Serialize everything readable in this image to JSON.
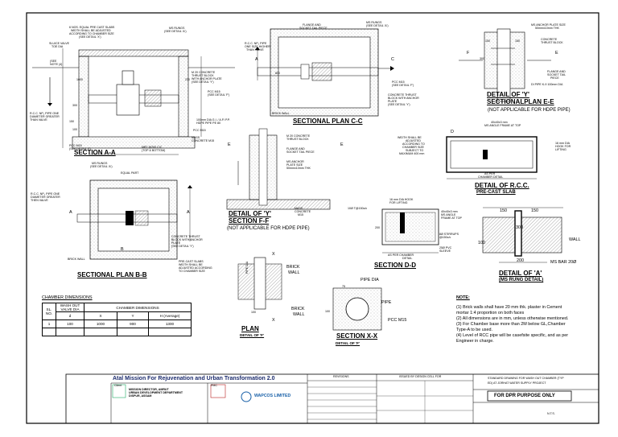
{
  "drawing": {
    "section_aa": {
      "title": "SECTION A-A",
      "labels": {
        "pre_cast_slab": "6 NOS. EQUAL PRE CAST SLABS",
        "pre_cast_slab2": "WIDTH SHALL BE ADJUSTED",
        "pre_cast_slab3": "ACCORDING TO CHAMBER SIZE",
        "pre_cast_slab4": "(SEE DETAIL 'X')",
        "ms_rungs": "MS RUNGS",
        "ms_rungs2": "(SEE DETAIL 'A')",
        "sluice_valve": "SLUICE VALVE",
        "sluice_valve2": "TOE DIA",
        "note": "(SEE",
        "note2": "NOTE (4)",
        "rcc_np": "R.C.C. NP₂ PIPE ONE",
        "rcc_np2": "DIAMETER GREATER",
        "rcc_np3": "THAN VALVE",
        "m20": "M 20 CONCRETE",
        "m20b": "THRUST BLOCK",
        "m20c": "WITH ANCHOR PLATE",
        "m20d": "(SEE DETAIL 'Y')",
        "pcc_m15": "PCC M15",
        "pcc_m15b": "(SEE DETAIL 'F')",
        "drain": "100mm DIA G.I. / A.F/ P.P.",
        "drain2": "HDPE PIPE PE 80",
        "pcc_top": "PCC M15",
        "mass": "MASS",
        "mass2": "CONCRETE M15",
        "pcc_bot": "PCC M15",
        "pcc_bot2": "(SEE DETAIL 'F')",
        "mbt": "MBT @200 C/C",
        "mbt2": "(TOP & BOTTOM)",
        "dim_1000": "1000",
        "dim_230": "230",
        "dim_150": "150",
        "dim_100": "100",
        "dim_300": "300"
      }
    },
    "section_cc": {
      "title": "SECTIONAL PLAN  C-C",
      "labels": {
        "flange": "FLANGE AND",
        "flange2": "SOCKET TAIL PIECE",
        "rungs": "MS RUNGS",
        "rungs2": "(SEE DETAIL 'A')",
        "rcc": "R.C.C. NP₂ PIPE",
        "rcc2": "ONE SIZE HIGHER",
        "rcc3": "THAN VALVE",
        "pcc": "PCC M15",
        "pcc2": "(SEE DETAIL 'F')",
        "brick": "BRICK WALL",
        "concrete": "CONCRETE THRUST",
        "concrete2": "BLOCK WITH ANCHOR",
        "concrete3": "PLATE",
        "concrete4": "(SEE DETAIL 'Y')",
        "a": "A",
        "c": "C",
        "dim_800": "800"
      }
    },
    "detail_y": {
      "title": "DETAIL OF 'Y'",
      "sub": "SECTIONALPLAN  E-E",
      "note": "(NOT APPLICABLE FOR HDPE PIPE)",
      "labels": {
        "ms_anchor": "MS ANCHOR PLATE SIZE",
        "ms_anchor2": "50mmx10mm THK",
        "concrete": "CONCRETE",
        "concrete2": "THRUST BLOCK",
        "flange": "FLANGE AND",
        "flange2": "SOCKET TAIL",
        "flange3": "PIECE",
        "di": "DI PIPE K-9 100mm DIA",
        "d150a": "150",
        "d150b": "150",
        "d300": "300",
        "f": "F",
        "e": "E"
      }
    },
    "detail_rcc": {
      "title": "DETAIL OF R.C.C.",
      "sub": "PRE-CAST SLAB",
      "labels": {
        "angle": "40x40x3 mm",
        "angle2": "MS ANGLE FRAME AT TOP",
        "width": "WIDTH SHALL BE",
        "width2": "ADJUSTED",
        "width3": "ACCORDING TO",
        "width4": "CHAMBER SIZE",
        "width5": "SUBJECT TO",
        "width6": "MAXIMUM 400 mm",
        "hook": "16 mm DIA",
        "hook2": "HOOK FOR",
        "hook3": "LIFTING",
        "as_per": "AS PER",
        "as_per2": "CHAMBER DETAIL",
        "d": "D"
      }
    },
    "detail_ff": {
      "title": "DETAIL OF 'Y'",
      "sub": "SECTION F-F",
      "note": "(NOT APPLICABLE FOR HDPE PIPE)",
      "labels": {
        "m20": "M 20 CONCRETE",
        "m20b": "THRUST BLOCK",
        "flange": "FLANGE AND",
        "flange2": "SOCKET TAIL PIECE",
        "ms": "MS ANCHOR",
        "ms2": "PLATE SIZE",
        "ms3": "50mmx10mm THK",
        "mass": "MASS",
        "mass2": "CONCRETE",
        "mass3": "M15",
        "e": "E"
      }
    },
    "section_dd": {
      "title": "SECTION D-D",
      "labels": {
        "hook": "16 mm DIA HOOK",
        "hook2": "FOR LIFTING",
        "bars": "10Ø T@150c/c",
        "angle": "40x40x3 mm",
        "angle2": "MS ANGLE",
        "angle3": "FRAME AT TOP",
        "stirrups": "8Ø STIRRUPS",
        "stirrups2": "@150c/c",
        "pvc": "25Ø PVC",
        "pvc2": "SLEEVE",
        "as_per": "AS PER CHAMBER",
        "as_per2": "DETAIL",
        "d200": "200"
      }
    },
    "detail_a": {
      "title": "DETAIL OF 'A'",
      "sub": "(MS RUNG DETAIL)",
      "labels": {
        "d150a": "150",
        "d150b": "150",
        "d300": "300",
        "d100": "100",
        "d200": "200",
        "wall": "WALL",
        "bar": "MS BAR 20Ø"
      }
    },
    "section_bb": {
      "title": "SECTIONAL PLAN B-B",
      "labels": {
        "rungs": "MS RUNGS",
        "rungs2": "(SEE DETAIL 'A')",
        "equal": "EQUAL PART",
        "rcc": "R.C.C. NP₂ PIPE ONE",
        "rcc2": "DIAMETER GREATER",
        "rcc3": "THEN VALVE",
        "thrust": "CONCRETE THRUST",
        "thrust2": "BLOCK WITH ANCHOR",
        "thrust3": "PLATE",
        "thrust4": "(SEE DETAIL 'Y')",
        "brick": "BRICK WALL",
        "slab": "PRE-CAST SLABS",
        "slab2": "WIDTH SHALL BE",
        "slab3": "ADJUSTED ACCORDING",
        "slab4": "TO CHAMBER SIZE",
        "a": "A",
        "b": "B"
      }
    },
    "plan": {
      "title": "PLAN",
      "sub": "DETAIL OF 'F'",
      "labels": {
        "pipe": "PIPE DIA",
        "brick": "BRICK",
        "brick2": "WALL",
        "x": "X",
        "d100": "100"
      }
    },
    "section_xx": {
      "title": "SECTION X-X",
      "sub": "DETAIL OF 'F'",
      "labels": {
        "pipe_dia": "PIPE DIA",
        "pipe": "PIPE",
        "pcc": "PCC M15",
        "d75": "75",
        "d100": "100"
      }
    },
    "chamber_table": {
      "title": "CHAMBER DIMENSIONS",
      "h_sl": "SL.",
      "h_no": "NO.",
      "h_wash": "WASH OUT",
      "h_valve": "VALVE DIA",
      "h_dims": "CHAMBER DIMENSIONS",
      "h_d": "d",
      "h_x": "X",
      "h_y": "Y",
      "h_h": "H  (Average)",
      "rows": [
        {
          "sl": "1",
          "d": "100",
          "x": "1000",
          "y": "900",
          "h": "1300"
        }
      ]
    },
    "notes": {
      "title": "NOTE:",
      "items": [
        "(1)  Brick walls shall have 20 mm thk. plaster in Cement",
        "       mortar  1:4 proportion on both faces",
        "(2)  All dimensions are in mm, unless otherwise mentioned.",
        "(3)  For Chamber base more than 2M below GL,Chamber",
        "       Type-A to be used.",
        "(4)  Level of RCC pipe will be casefsite specific, and as per",
        "       Engineer in charge."
      ]
    },
    "title_block": {
      "mission": "Atal Mission For Rejuvenation and Urban Transformation 2.0",
      "client_label": "Client",
      "client": "MISSION DIRECTOR, AMRUT",
      "client2": "URBAN DEVELOPMENT DEPARTMENT",
      "client3": "DISPUR, ASSAM",
      "pmc": "PMC",
      "wapcos": "WAPCOS LIMITED",
      "revision": "REVISIONS",
      "issued": "ISSUED BY DESIGN CELL FOR",
      "project": "STANDARD DRAWING FOR WASH OUT CHAMBER (TYP",
      "project2": "ED) AT JORHAT WATER SUPPLY PROJECT",
      "dpr": "FOR  DPR  PURPOSE  ONLY",
      "nts": "N.T.S."
    }
  }
}
